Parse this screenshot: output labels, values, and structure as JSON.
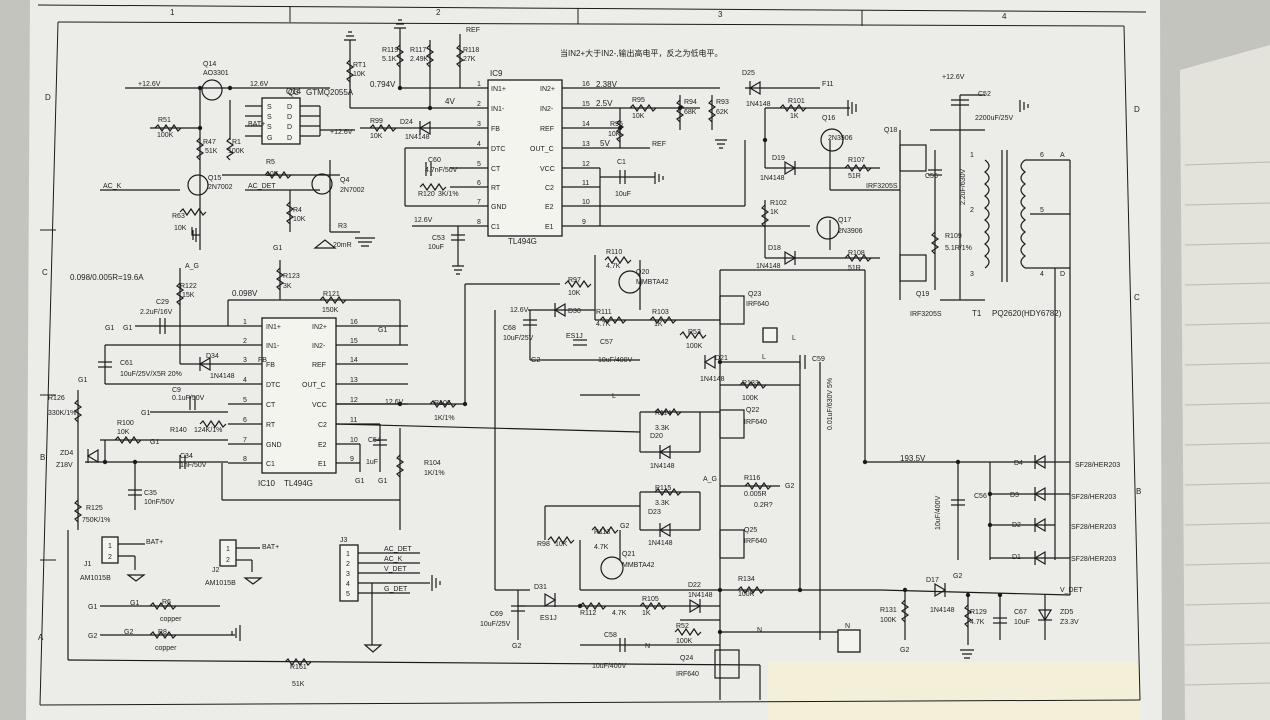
{
  "sheet": {
    "columns": [
      "1",
      "2",
      "3",
      "4"
    ],
    "rows": [
      "D",
      "C",
      "B",
      "A"
    ],
    "note": "当IN2+大于IN2-,输出高电平，反之为低电平。",
    "current_note": "0.098/0.005R=19.6A",
    "vref_note": "0.098V",
    "v794": "0.794V",
    "v4": "4V",
    "v238": "2.38V",
    "v25": "2.5V",
    "v5": "5V",
    "v1935": "193.5V"
  },
  "ic9": {
    "name": "IC9",
    "part": "TL494G",
    "left_pins": [
      {
        "n": "1",
        "name": "IN1+"
      },
      {
        "n": "2",
        "name": "IN1-"
      },
      {
        "n": "3",
        "name": "FB"
      },
      {
        "n": "4",
        "name": "DTC"
      },
      {
        "n": "5",
        "name": "CT"
      },
      {
        "n": "6",
        "name": "RT"
      },
      {
        "n": "7",
        "name": "GND"
      },
      {
        "n": "8",
        "name": "C1"
      }
    ],
    "right_pins": [
      {
        "n": "16",
        "name": "IN2+"
      },
      {
        "n": "15",
        "name": "IN2-"
      },
      {
        "n": "14",
        "name": "REF"
      },
      {
        "n": "13",
        "name": "OUT_C"
      },
      {
        "n": "12",
        "name": "VCC"
      },
      {
        "n": "11",
        "name": "C2"
      },
      {
        "n": "10",
        "name": "E2"
      },
      {
        "n": "9",
        "name": "E1"
      }
    ]
  },
  "ic10": {
    "name": "IC10",
    "part": "TL494G",
    "left_pins": [
      {
        "n": "1",
        "name": "IN1+"
      },
      {
        "n": "2",
        "name": "IN1-"
      },
      {
        "n": "3",
        "name": "FB"
      },
      {
        "n": "4",
        "name": "DTC"
      },
      {
        "n": "5",
        "name": "CT"
      },
      {
        "n": "6",
        "name": "RT"
      },
      {
        "n": "7",
        "name": "GND"
      },
      {
        "n": "8",
        "name": "C1"
      }
    ],
    "right_pins": [
      {
        "n": "16",
        "name": "IN2+"
      },
      {
        "n": "15",
        "name": "IN2-"
      },
      {
        "n": "14",
        "name": "REF"
      },
      {
        "n": "13",
        "name": "OUT_C"
      },
      {
        "n": "12",
        "name": "VCC"
      },
      {
        "n": "11",
        "name": "C2"
      },
      {
        "n": "10",
        "name": "E2"
      },
      {
        "n": "9",
        "name": "E1"
      }
    ]
  },
  "q3": {
    "name": "Q3",
    "part": "GTMQ2055A",
    "left": [
      "S",
      "S",
      "S",
      "G"
    ],
    "right": [
      "D",
      "D",
      "D",
      "D"
    ]
  },
  "transformer": {
    "name": "T1",
    "part": "PQ2620(HDY6782)",
    "pins": [
      "6",
      "5",
      "4",
      "1",
      "2",
      "3"
    ],
    "taps": [
      "A",
      "D"
    ]
  },
  "connectors": {
    "j1": {
      "name": "J1",
      "part": "AM1015B",
      "pins": [
        "1",
        "2"
      ],
      "label": "BAT+"
    },
    "j2": {
      "name": "J2",
      "part": "AM1015B",
      "pins": [
        "1",
        "2"
      ],
      "label": "BAT+"
    },
    "j3": {
      "name": "J3",
      "pins": [
        "1",
        "2",
        "3",
        "4",
        "5"
      ],
      "labels": [
        "AC_DET",
        "AC_K",
        "V_DET",
        "",
        "G_DET"
      ]
    }
  },
  "labels": {
    "v12a": "+12.6V",
    "v12b": "12.6V",
    "v12c": "+12.6V",
    "v12d": "12.6V",
    "v12e": "12.6V",
    "v12f": "+12.6V",
    "v12g": "12.6V",
    "v12h": "12.6V",
    "ref": "REF",
    "ref2": "REF",
    "fb": "FB",
    "ack": "AC_K",
    "acdet": "AC_DET",
    "batp": "BAT+",
    "f11": "F11",
    "g1a": "G1",
    "g1b": "G1",
    "g1c": "G1",
    "g1d": "G1",
    "g1e": "G1",
    "g2a": "G2",
    "g2b": "G2",
    "g2c": "G2",
    "g2d": "G2",
    "ag1": "A_G",
    "ag2": "A_G",
    "la": "L",
    "lb": "L",
    "lc": "L",
    "na": "N",
    "nb": "N",
    "nc": "N",
    "a1": "A",
    "d1": "D",
    "vdet": "V_DET"
  },
  "parts": {
    "q14": "Q14",
    "q14p": "AO3301",
    "r51": "R51",
    "r51v": "100K",
    "r47": "R47",
    "r47v": "51K",
    "r1": "R1",
    "r1v": "100K",
    "q15": "Q15",
    "q15p": "2N7002",
    "r63": "R63",
    "r63v": "10K",
    "r5": "R5",
    "r5v": "10K",
    "r4": "R4",
    "r4v": "10K",
    "q4": "Q4",
    "q4p": "2N7002",
    "r3": "R3",
    "r3v": "20mR",
    "rt1": "RT1",
    "rt1v": "10K",
    "r99": "R99",
    "r99v": "10K",
    "d24": "D24",
    "d24p": "1N4148",
    "r119": "R119",
    "r119v": "5.1K",
    "r117": "R117",
    "r117v": "2.49K",
    "r118": "R118",
    "r118v": "27K",
    "c60": "C60",
    "c60v": "4.7nF/50V",
    "r120": "R120",
    "r120v": "3K/1%",
    "c53": "C53",
    "c53v": "10uF",
    "r95": "R95",
    "r95v": "10K",
    "r96": "R96",
    "r96v": "10K",
    "r94": "R94",
    "r94v": "68K",
    "r93": "R93",
    "r93v": "62K",
    "c1": "C1",
    "c1v": "10uF",
    "d25": "D25",
    "d25p": "1N4148",
    "r101": "R101",
    "r101v": "1K",
    "q16": "Q16",
    "q16p": "2N3906",
    "d19": "D19",
    "d19p": "1N4148",
    "r107": "R107",
    "r107v": "51R",
    "r102": "R102",
    "r102v": "1K",
    "q17": "Q17",
    "q17p": "2N3906",
    "d18": "D18",
    "d18p": "1N4148",
    "r108": "R108",
    "r108v": "51R",
    "q18": "Q18",
    "q18p": "IRF3205S",
    "q19": "Q19",
    "q19p": "IRF3205S",
    "c55": "C55",
    "c55v": "2.2uF/630V",
    "r109": "R109",
    "r109v": "5.1R/1%",
    "c52": "C52",
    "c52v": "2200uF/25V",
    "r122": "R122",
    "r122v": "15K",
    "r123": "R123",
    "r123v": "3K",
    "r121": "R121",
    "r121v": "150K",
    "c29": "C29",
    "c29v": "2.2uF/16V",
    "c61": "C61",
    "c61v": "10uF/25V/X5R 20%",
    "d34": "D34",
    "d34p": "1N4148",
    "c9": "C9",
    "c9v": "0.1uF/50V",
    "r100": "R100",
    "r100v": "10K",
    "r140": "R140",
    "r140v": "124K/1%",
    "r126": "R126",
    "r126v": "330K/1%",
    "zd4": "ZD4",
    "zd4v": "Z18V",
    "c34": "C34",
    "c34v": "1nF/50V",
    "c35": "C35",
    "c35v": "10nF/50V",
    "r125": "R125",
    "r125v": "750K/1%",
    "c54": "C54",
    "c54v": "1uF",
    "r104": "R104",
    "r104v": "1K/1%",
    "r106": "R106",
    "r106v": "1K/1%",
    "r110": "R110",
    "r110v": "4.7K",
    "q20": "Q20",
    "q20p": "MMBTA42",
    "r97": "R97",
    "r97v": "10K",
    "r111": "R111",
    "r111v": "4.7K",
    "r103": "R103",
    "r103v": "1K",
    "d30": "D30",
    "d30p": "ES1J",
    "c68": "C68",
    "c68v": "10uF/25V",
    "c57": "C57",
    "c57v": "10uF/400V",
    "q23": "Q23",
    "q23p": "IRF640",
    "r53": "R53",
    "r53v": "100K",
    "d21": "D21",
    "d21p": "1N4148",
    "c59": "C59",
    "c59v": "0.01uF/630V 5%",
    "r114": "R114",
    "r114v": "3.3K",
    "d20": "D20",
    "d20p": "1N4148",
    "q22": "Q22",
    "q22p": "IRF640",
    "r133": "R133",
    "r133v": "100K",
    "r116": "R116",
    "r116v": "0.005R",
    "r116n": "0.2R?",
    "r115": "R115",
    "r115v": "3.3K",
    "d23": "D23",
    "d23p": "1N4148",
    "q25": "Q25",
    "q25p": "IRF640",
    "r98": "R98",
    "r98v": "10K",
    "r113": "R113",
    "r113v": "4.7K",
    "q21": "Q21",
    "q21p": "MMBTA42",
    "d31": "D31",
    "d31p": "ES1J",
    "r112": "R112",
    "r112v": "4.7K",
    "r105": "R105",
    "r105v": "1K",
    "d22": "D22",
    "d22p": "1N4148",
    "r134": "R134",
    "r134v": "100K",
    "r52": "R52",
    "r52v": "100K",
    "c69": "C69",
    "c69v": "10uF/25V",
    "c58": "C58",
    "c58v": "10uF/400V",
    "q24": "Q24",
    "q24p": "IRF640",
    "c56": "C56",
    "c56v": "10uF/400V",
    "d4": "D4",
    "d3": "D3",
    "d2": "D2",
    "d1": "D1",
    "dp": "SF28/HER203",
    "d17": "D17",
    "d17p": "1N4148",
    "r131": "R131",
    "r131v": "100K",
    "r129": "R129",
    "r129v": "4.7K",
    "c67": "C67",
    "c67v": "10uF",
    "zd5": "ZD5",
    "zd5v": "Z3.3V",
    "r6": "R6",
    "r6v": "copper",
    "r8": "R8",
    "r8v": "copper",
    "r161": "R161",
    "r161v": "51K"
  }
}
